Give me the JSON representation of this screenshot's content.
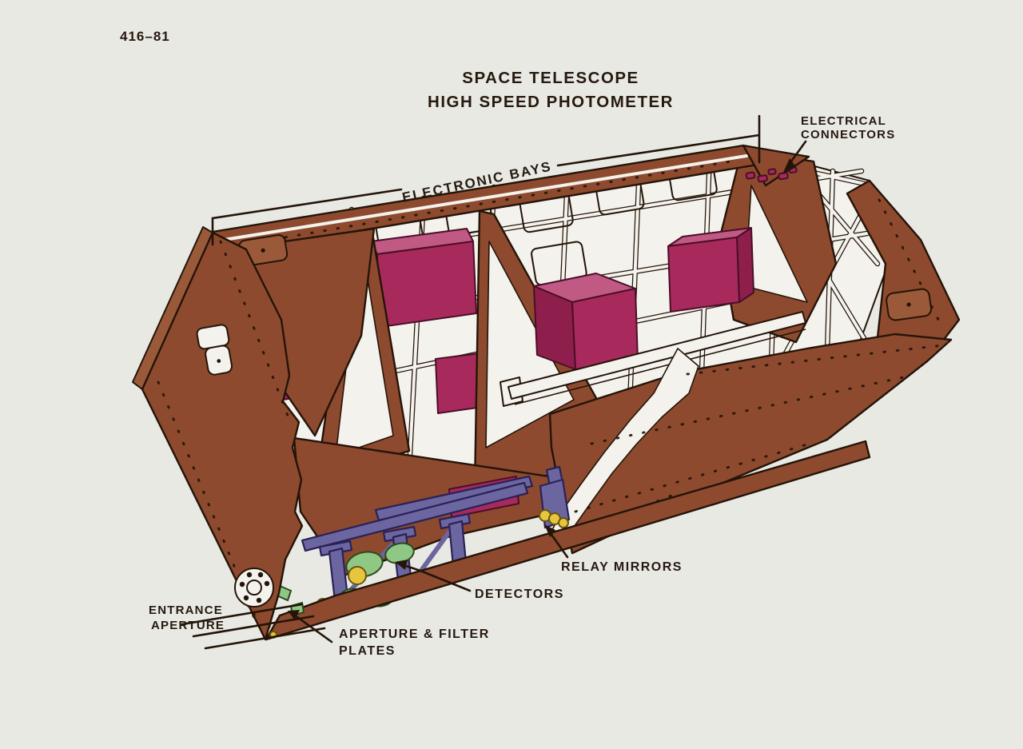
{
  "figure_number": "416–81",
  "title": {
    "line1": "SPACE TELESCOPE",
    "line2": "HIGH SPEED PHOTOMETER"
  },
  "callouts": {
    "electronic_bays": "ELECTRONIC BAYS",
    "electrical_connectors": {
      "line1": "ELECTRICAL",
      "line2": "CONNECTORS"
    },
    "relay_mirrors": "RELAY MIRRORS",
    "detectors": "DETECTORS",
    "entrance_aperture": {
      "line1": "ENTRANCE",
      "line2": "APERTURE"
    },
    "aperture_filter_plates": {
      "line1": "APERTURE & FILTER",
      "line2": "PLATES"
    }
  },
  "colors": {
    "bg": "#e8e9e3",
    "paper": "#f3f2ec",
    "ink": "#241409",
    "text": "#26190f",
    "brown": "#8d4a2e",
    "brown_light": "#9a5a3a",
    "magenta": "#a82a5c",
    "magenta_light": "#c05984",
    "magenta_side": "#8e1f4c",
    "magenta_dark": "#4a0e28",
    "purple": "#6c66a0",
    "purple_dark": "#2a2158",
    "green": "#8fc785",
    "green_dark": "#2c4a1c",
    "yellow": "#e6c63c",
    "yellow_dark": "#6b5410"
  }
}
